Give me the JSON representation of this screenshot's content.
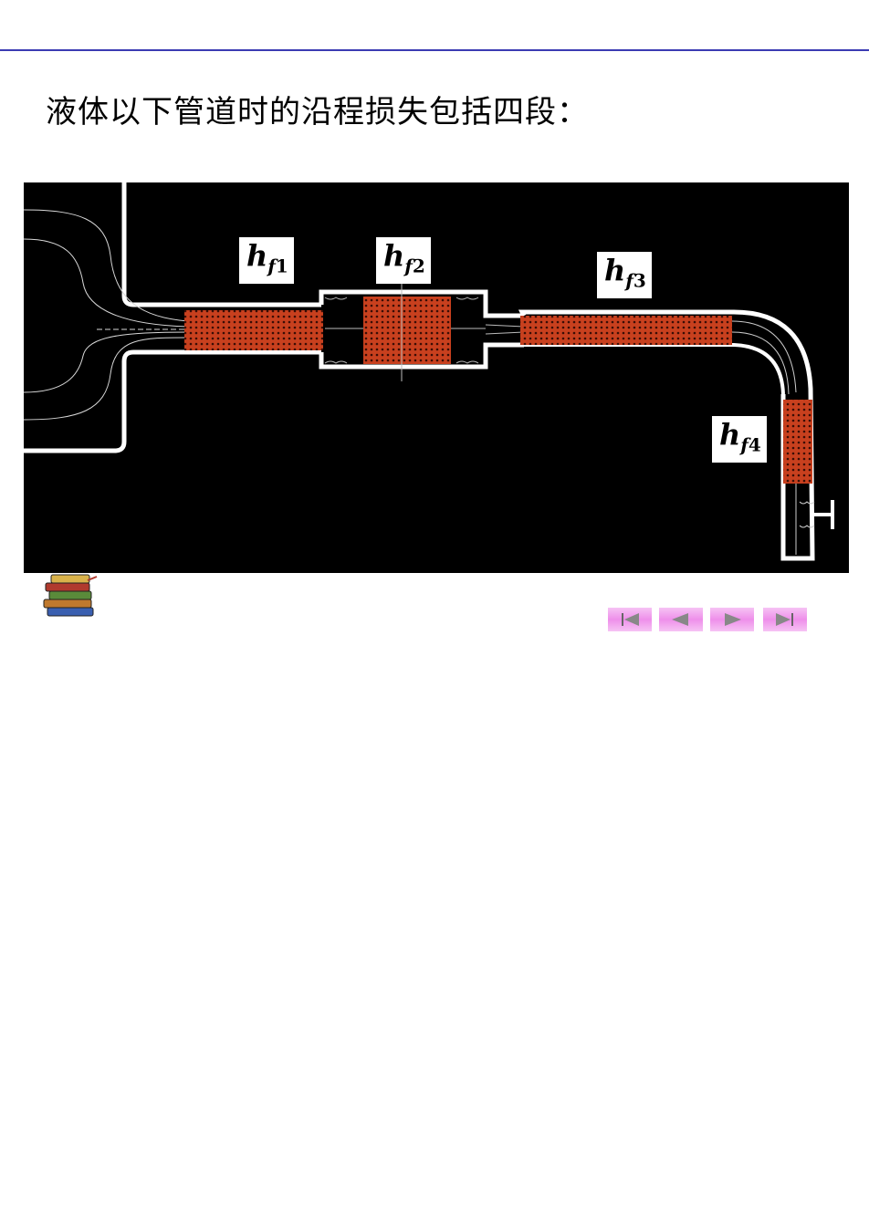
{
  "heading": "液体以下管道时的沿程损失包括四段：",
  "diagram": {
    "labels": [
      {
        "symbol": "h",
        "sub": "f",
        "index": "1"
      },
      {
        "symbol": "h",
        "sub": "f",
        "index": "2"
      },
      {
        "symbol": "h",
        "sub": "f",
        "index": "3"
      },
      {
        "symbol": "h",
        "sub": "f",
        "index": "4"
      }
    ],
    "colors": {
      "background": "#000000",
      "pipe_wall": "#ffffff",
      "loss_section": "#c8401e"
    }
  },
  "icons": {
    "books": "books-stack-icon"
  },
  "navigation": {
    "buttons": [
      "first-page-icon",
      "previous-page-icon",
      "next-page-icon",
      "last-page-icon"
    ],
    "color": "#ee8fea"
  }
}
